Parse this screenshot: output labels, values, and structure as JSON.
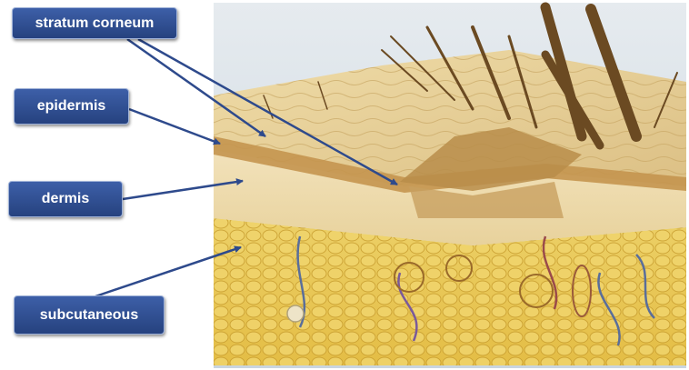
{
  "diagram": {
    "labels": {
      "stratum_corneum": "stratum corneum",
      "epidermis": "epidermis",
      "dermis": "dermis",
      "subcutaneous": "subcutaneous"
    },
    "colors": {
      "label_fill": "#2f4f94",
      "label_text": "#ffffff",
      "arrow": "#2e4a8c",
      "skin_surface": "#e6cf96",
      "epidermis_edge": "#c4954f",
      "dermis": "#efdcb0",
      "fat": "#e9c64c",
      "hair": "#6b4a22",
      "sky": "#cfd9e2"
    }
  }
}
